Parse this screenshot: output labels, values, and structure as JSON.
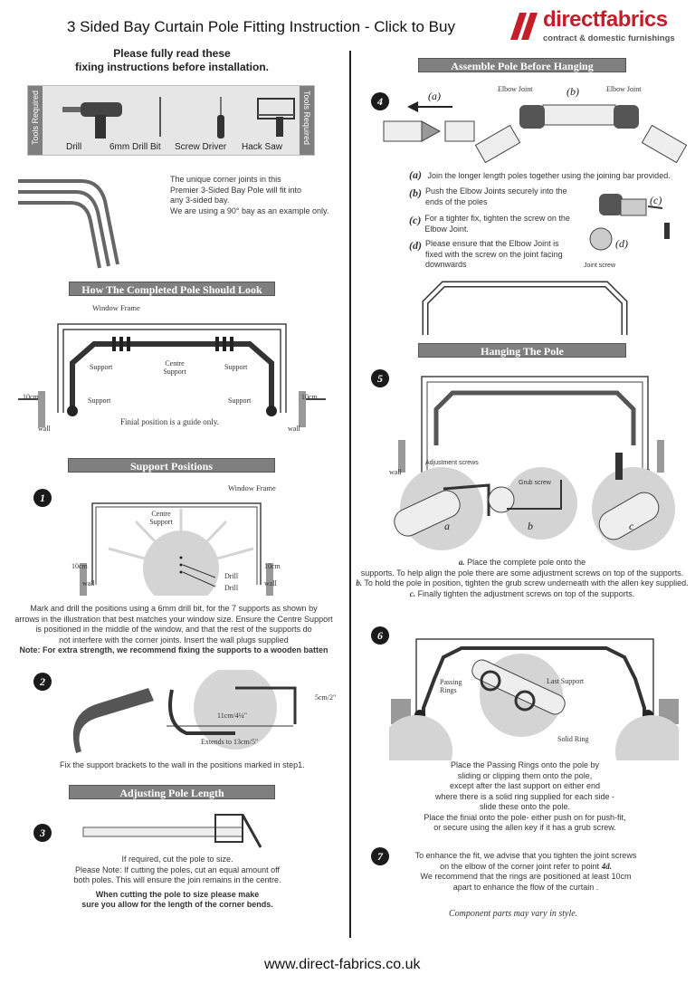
{
  "header": {
    "title": "3 Sided Bay Curtain Pole Fitting Instruction - Click to Buy",
    "brand": "directfabrics",
    "tagline": "contract & domestic furnishings"
  },
  "left": {
    "intro_line1": "Please fully read these",
    "intro_line2": "fixing instructions before installation.",
    "tools_vertical": "Tools Required",
    "tools": [
      "Drill",
      "6mm Drill Bit",
      "Screw Driver",
      "Hack Saw"
    ],
    "unique_text": [
      "The unique corner joints in this",
      "Premier 3-Sided Bay Pole will fit into",
      "any 3-sided bay.",
      "We are using a 90° bay as an example only."
    ],
    "completed_title": "How The Completed Pole Should Look",
    "completed_labels": {
      "window_frame": "Window Frame",
      "support": "Support",
      "centre_support": "Centre Support",
      "ten_cm": "10cm",
      "wall": "wall",
      "finial_note": "Finial position is a guide only."
    },
    "support_title": "Support Positions",
    "step1": {
      "num": "1",
      "window_frame": "Window Frame",
      "centre_support": "Centre Support",
      "ten_cm": "10cm",
      "wall": "wall",
      "drill": "Drill",
      "text": [
        "Mark and drill the positions using a 6mm drill bit, for the 7 supports as shown by",
        "arrows in the illustration that best matches your window size. Ensure the Centre Support",
        "is positioned in the middle of the window, and that the rest of the supports do",
        "not interfere with the corner joints. Insert the wall plugs supplied"
      ],
      "note": "Note: For extra strength, we recommend fixing the supports to a wooden batten"
    },
    "step2": {
      "num": "2",
      "dim1": "5cm/2\"",
      "dim2": "11cm/4¼\"",
      "dim3": "Extends to 13cm/5\"",
      "text": "Fix the support brackets to the wall in the positions marked in step1."
    },
    "adjust_title": "Adjusting Pole Length",
    "step3": {
      "num": "3",
      "text": [
        "If required, cut the pole to size.",
        "Please Note: If cutting the poles, cut an equal amount off",
        "both poles. This will ensure the join remains in the centre."
      ],
      "bold": [
        "When cutting the pole to size please make",
        "sure you allow for the length of the corner bends."
      ]
    }
  },
  "right": {
    "assemble_title": "Assemble Pole Before Hanging",
    "step4": {
      "num": "4",
      "a": "(a)",
      "b": "(b)",
      "c": "(c)",
      "d": "(d)",
      "elbow_joint": "Elbow Joint",
      "joint_screw": "Joint screw",
      "items": [
        {
          "k": "(a)",
          "t": "Join the longer length poles together using the joining bar provided."
        },
        {
          "k": "(b)",
          "t": "Push the Elbow Joints securely into the ends of the poles"
        },
        {
          "k": "(c)",
          "t": "For a tighter fix, tighten the screw on the Elbow Joint."
        },
        {
          "k": "(d)",
          "t": "Please ensure that the Elbow Joint is fixed with the screw on the joint facing downwards"
        }
      ]
    },
    "hanging_title": "Hanging The Pole",
    "step5": {
      "num": "5",
      "wall": "wall",
      "adjustment_screws": "Adjustment screws",
      "grub_screw": "Grub screw",
      "a": "a",
      "b": "b",
      "c": "c",
      "lines": [
        {
          "k": "a.",
          "t": "Place the complete pole onto the"
        },
        {
          "k": "",
          "t": "supports. To help align the pole there are some adjustment screws on top of the supports."
        },
        {
          "k": "b.",
          "t": "To hold the pole in position, tighten the grub screw underneath with the allen key supplied."
        },
        {
          "k": "c.",
          "t": "Finally tighten the adjustment screws on top of the supports."
        }
      ]
    },
    "step6": {
      "num": "6",
      "passing_rings": "Passing Rings",
      "last_support": "Last Support",
      "solid_ring": "Solid Ring",
      "text": [
        "Place the Passing Rings onto the pole by",
        "sliding or clipping them onto the pole,",
        "except after the last support on either end",
        "where there is a solid ring supplied for each side -",
        "slide these onto the pole.",
        "Place the finial onto the pole- either push on for push-fit,",
        "or secure using the allen key if it has a grub screw."
      ]
    },
    "step7": {
      "num": "7",
      "text1": "To enhance the fit, we advise that you tighten the joint screws",
      "text2": "on the elbow of the corner joint refer to point",
      "text2_ref": "4d.",
      "text3": "We recommend that the rings are positioned at least 10cm",
      "text4": "apart to enhance the flow of the curtain .",
      "component_note": "Component parts may vary in style."
    }
  },
  "footer": {
    "url": "www.direct-fabrics.co.uk"
  },
  "colors": {
    "brand_red": "#c41e2a",
    "bar_gray": "#7f7f7f"
  }
}
